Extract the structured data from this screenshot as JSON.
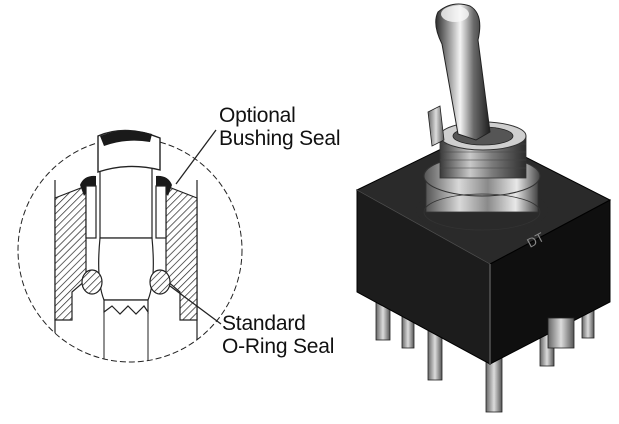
{
  "callouts": {
    "bushing_seal": {
      "line1": "Optional",
      "line2": "Bushing Seal"
    },
    "oring_seal": {
      "line1": "Standard",
      "line2": "O-Ring Seal"
    }
  },
  "colors": {
    "ink": "#111111",
    "switch_body": "#1c1c1c",
    "switch_body_side": "#0d0d0d",
    "metal_light": "#e6e6e6",
    "metal_dark": "#3a3a3a",
    "hatch": "#222222"
  },
  "body_marking": "DT"
}
